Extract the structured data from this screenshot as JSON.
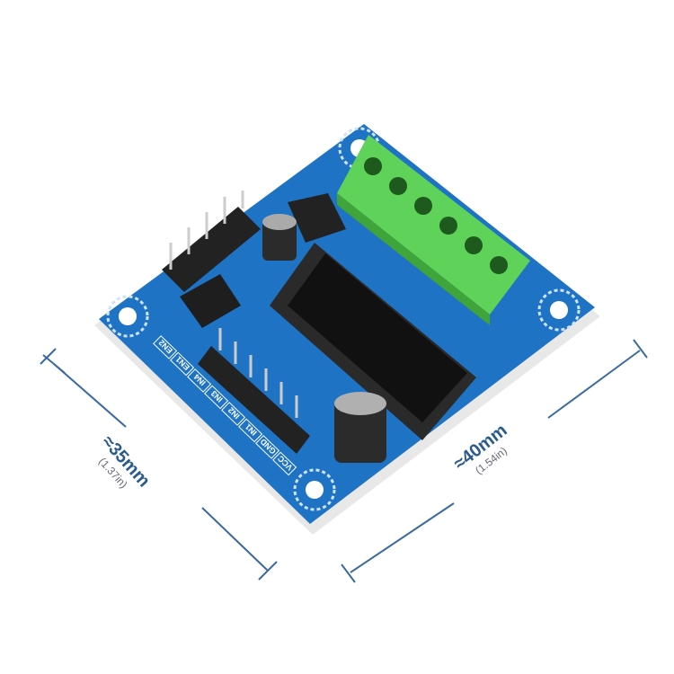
{
  "dimensions": {
    "width": {
      "main": "≈35mm",
      "sub": "(1.37in)"
    },
    "length": {
      "main": "≈40mm",
      "sub": "(1.54in)"
    }
  },
  "pin_labels": [
    "EN2",
    "EN1",
    "IN4",
    "IN3",
    "IN2",
    "IN1",
    "GND",
    "VCC"
  ],
  "colors": {
    "board": "#1f73c4",
    "terminal": "#5fd25a",
    "chip": "#1a1a1a",
    "dimension_line": "#2a5a8e"
  }
}
